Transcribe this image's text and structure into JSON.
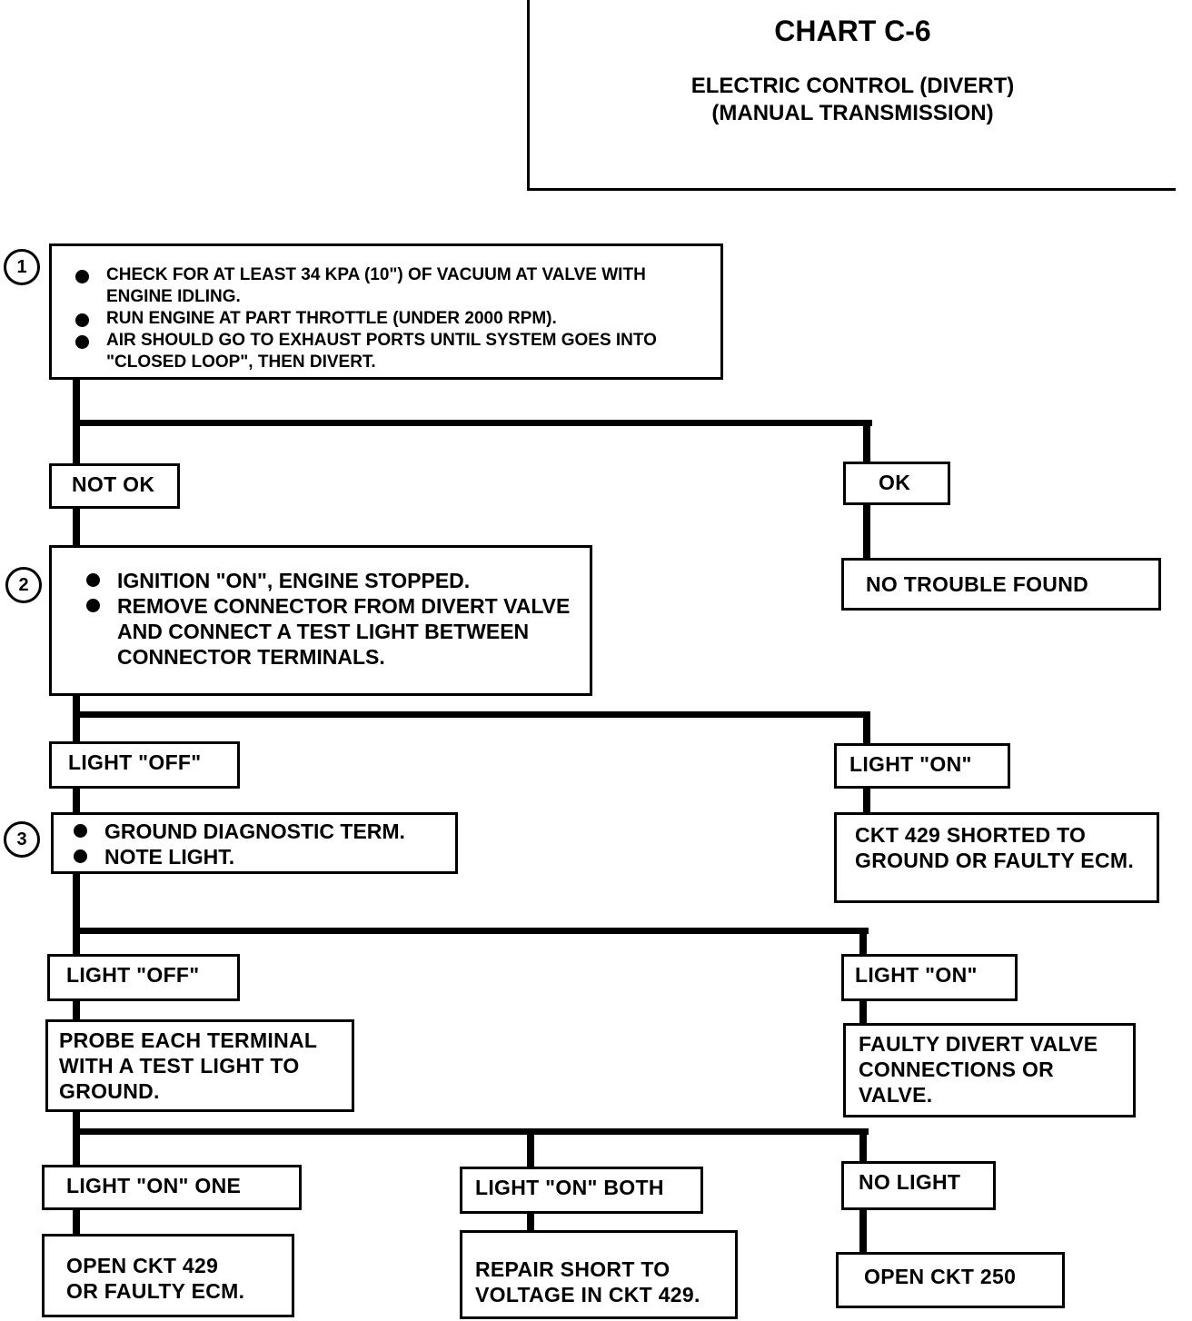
{
  "header": {
    "title": "CHART C-6",
    "subtitle_line1": "ELECTRIC CONTROL (DIVERT)",
    "subtitle_line2": "(MANUAL TRANSMISSION)"
  },
  "steps": [
    {
      "number": "1",
      "bullets": [
        "CHECK FOR AT LEAST 34 KPA (10\") OF VACUUM AT VALVE WITH ENGINE IDLING.",
        "RUN ENGINE AT PART THROTTLE (UNDER 2000 RPM).",
        "AIR SHOULD GO TO EXHAUST PORTS UNTIL SYSTEM GOES INTO \"CLOSED LOOP\", THEN DIVERT."
      ]
    },
    {
      "number": "2",
      "bullets": [
        "IGNITION \"ON\", ENGINE STOPPED.",
        "REMOVE CONNECTOR FROM DIVERT VALVE AND CONNECT A TEST LIGHT BETWEEN CONNECTOR TERMINALS."
      ]
    },
    {
      "number": "3",
      "bullets": [
        "GROUND DIAGNOSTIC TERM.",
        "NOTE LIGHT."
      ]
    }
  ],
  "branches": {
    "b1_left": "NOT OK",
    "b1_right": "OK",
    "b1_right_result": "NO TROUBLE FOUND",
    "b2_left": "LIGHT \"OFF\"",
    "b2_right": "LIGHT \"ON\"",
    "b2_right_result": "CKT 429 SHORTED TO GROUND OR FAULTY ECM.",
    "b3_left": "LIGHT \"OFF\"",
    "b3_left_result": "PROBE EACH TERMINAL WITH A TEST LIGHT TO GROUND.",
    "b3_right": "LIGHT \"ON\"",
    "b3_right_result": "FAULTY DIVERT VALVE CONNECTIONS OR VALVE.",
    "b4_a": "LIGHT \"ON\" ONE",
    "b4_a_result": "OPEN CKT 429 OR FAULTY ECM.",
    "b4_b": "LIGHT \"ON\" BOTH",
    "b4_b_result": "REPAIR SHORT TO VOLTAGE IN CKT 429.",
    "b4_c": "NO LIGHT",
    "b4_c_result": "OPEN CKT 250"
  }
}
